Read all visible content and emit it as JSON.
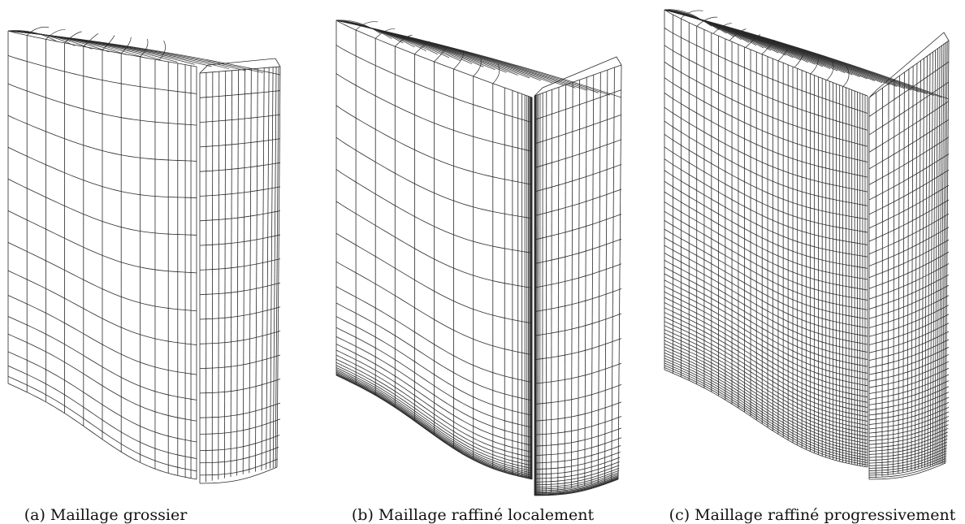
{
  "figure": {
    "panels": [
      {
        "id": "a",
        "caption": "(a) Maillage grossier"
      },
      {
        "id": "b",
        "caption": "(b) Maillage raffiné localement"
      },
      {
        "id": "c",
        "caption": "(c) Maillage raffiné progressivement"
      }
    ],
    "mesh_color": "#2a2a2a"
  }
}
